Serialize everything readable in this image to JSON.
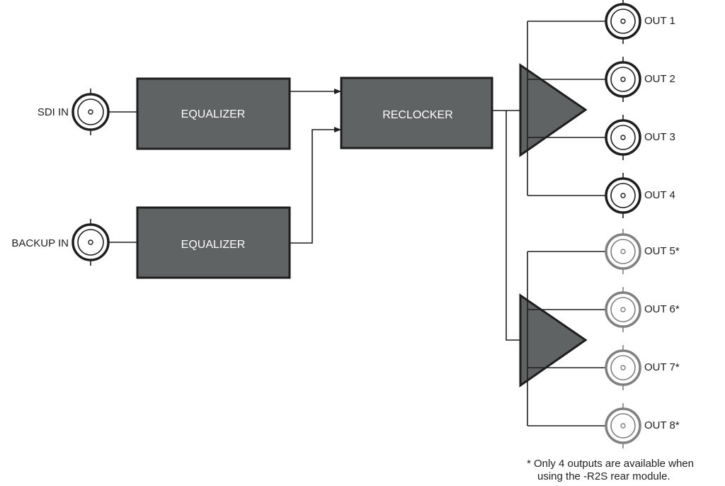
{
  "inputs": {
    "sdi_in": "SDI IN",
    "backup_in": "BACKUP IN"
  },
  "blocks": {
    "equalizer_1": "EQUALIZER",
    "equalizer_2": "EQUALIZER",
    "reclocker": "RECLOCKER"
  },
  "outputs": [
    {
      "label": "OUT 1",
      "optional": false
    },
    {
      "label": "OUT 2",
      "optional": false
    },
    {
      "label": "OUT 3",
      "optional": false
    },
    {
      "label": "OUT 4",
      "optional": false
    },
    {
      "label": "OUT 5*",
      "optional": true
    },
    {
      "label": "OUT 6*",
      "optional": true
    },
    {
      "label": "OUT 7*",
      "optional": true
    },
    {
      "label": "OUT 8*",
      "optional": true
    }
  ],
  "footnote": {
    "line1": "* Only 4 outputs are available when",
    "line2": "using the -R2S rear module."
  },
  "colors": {
    "block_fill": "#606363",
    "line": "#1e1e1e",
    "optional_connector": "#808080"
  }
}
